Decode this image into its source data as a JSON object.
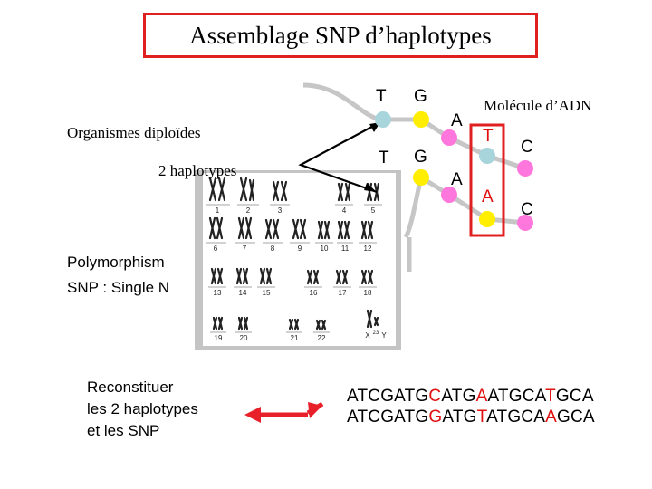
{
  "title": "Assemblage SNP d’haplotypes",
  "left_labels": {
    "organisms": "Organismes diploïdes",
    "haplotypes": "2 haplotypes",
    "polymorphism": "Polymorphism",
    "snp": "SNP : Single N"
  },
  "karyotype": {
    "numbers_row1": [
      "1",
      "2",
      "3",
      "4",
      "5"
    ],
    "numbers_row2": [
      "6",
      "7",
      "8",
      "9",
      "10",
      "11",
      "12"
    ],
    "numbers_row3": [
      "13",
      "14",
      "15",
      "16",
      "17",
      "18"
    ],
    "numbers_row4": [
      "19",
      "20",
      "21",
      "22",
      "X",
      "23",
      "Y"
    ]
  },
  "dna": {
    "label": "Molécule d’ADN",
    "strand1": [
      "T",
      "G",
      "A",
      "T",
      "C"
    ],
    "strand2": [
      "T",
      "G",
      "A",
      "A",
      "C"
    ]
  },
  "reconstruct": {
    "line1": "Reconstituer",
    "line2": "les 2 haplotypes",
    "line3": "et les SNP"
  },
  "sequences": {
    "seq1": {
      "a": "ATCGATG",
      "snp1": "C",
      "b": "ATG",
      "snp2": "A",
      "c": "ATGCA",
      "snp3": "T",
      "d": "GCA"
    },
    "seq2": {
      "a": "ATCGATG",
      "snp1": "G",
      "b": "ATG",
      "snp2": "T",
      "c": "ATGCA",
      "snp3": "A",
      "d": "GCA"
    }
  },
  "colors": {
    "title_border": "#e02020",
    "highlight_box": "#e02020",
    "dot_blue": "#a8d4dc",
    "dot_yellow": "#ffee00",
    "dot_pink": "#ff77dd",
    "snp_red": "#e01010"
  }
}
